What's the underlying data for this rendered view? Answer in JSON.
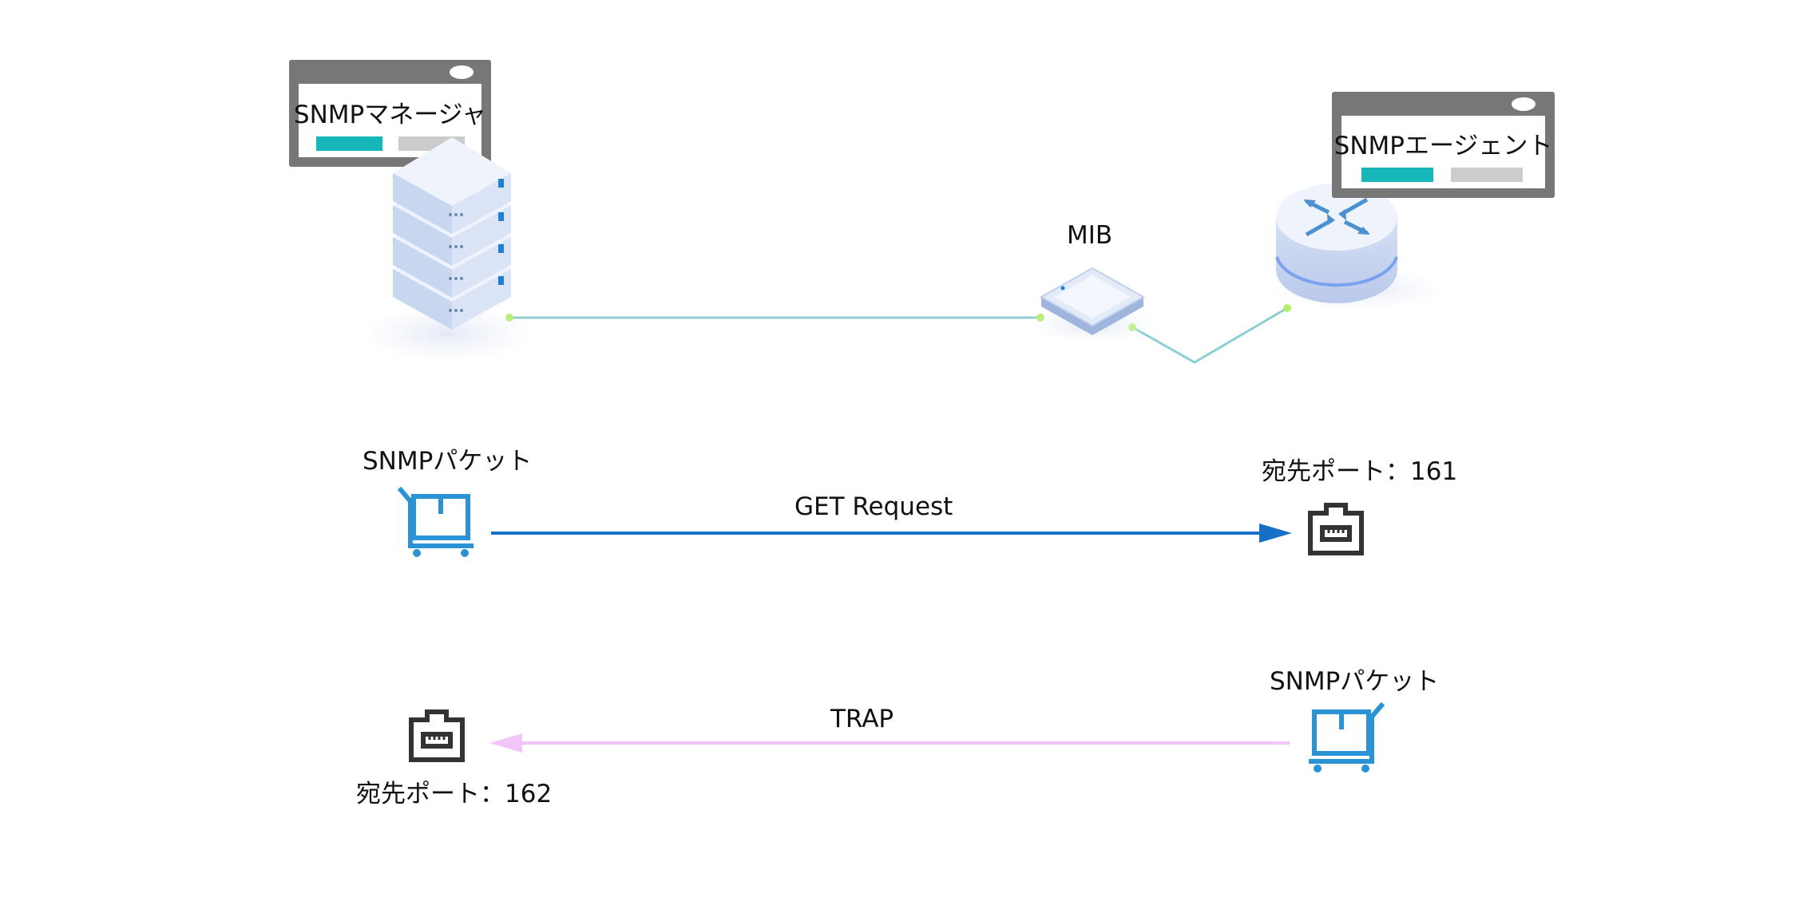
{
  "manager": {
    "title": "SNMPマネージャ"
  },
  "agent": {
    "title": "SNMPエージェント"
  },
  "mib": {
    "label": "MIB"
  },
  "get_flow": {
    "packet_label": "SNMPパケット",
    "arrow_label": "GET Request",
    "port_label": "宛先ポート：161"
  },
  "trap_flow": {
    "packet_label": "SNMPパケット",
    "arrow_label": "TRAP",
    "port_label": "宛先ポート：162"
  },
  "colors": {
    "panel_frame": "#777777",
    "bar_teal": "#16B6BA",
    "bar_gray": "#CCCCCC",
    "network_line": "#8CCFD3",
    "node_dot": "#B4EE6A",
    "get_arrow": "#1670C8",
    "trap_arrow": "#F2C6F8",
    "cart_icon": "#2A93D5",
    "port_icon": "#333333"
  },
  "icons": [
    "server-stack-icon",
    "access-point-icon",
    "router-icon",
    "cart-icon",
    "ethernet-port-icon"
  ]
}
